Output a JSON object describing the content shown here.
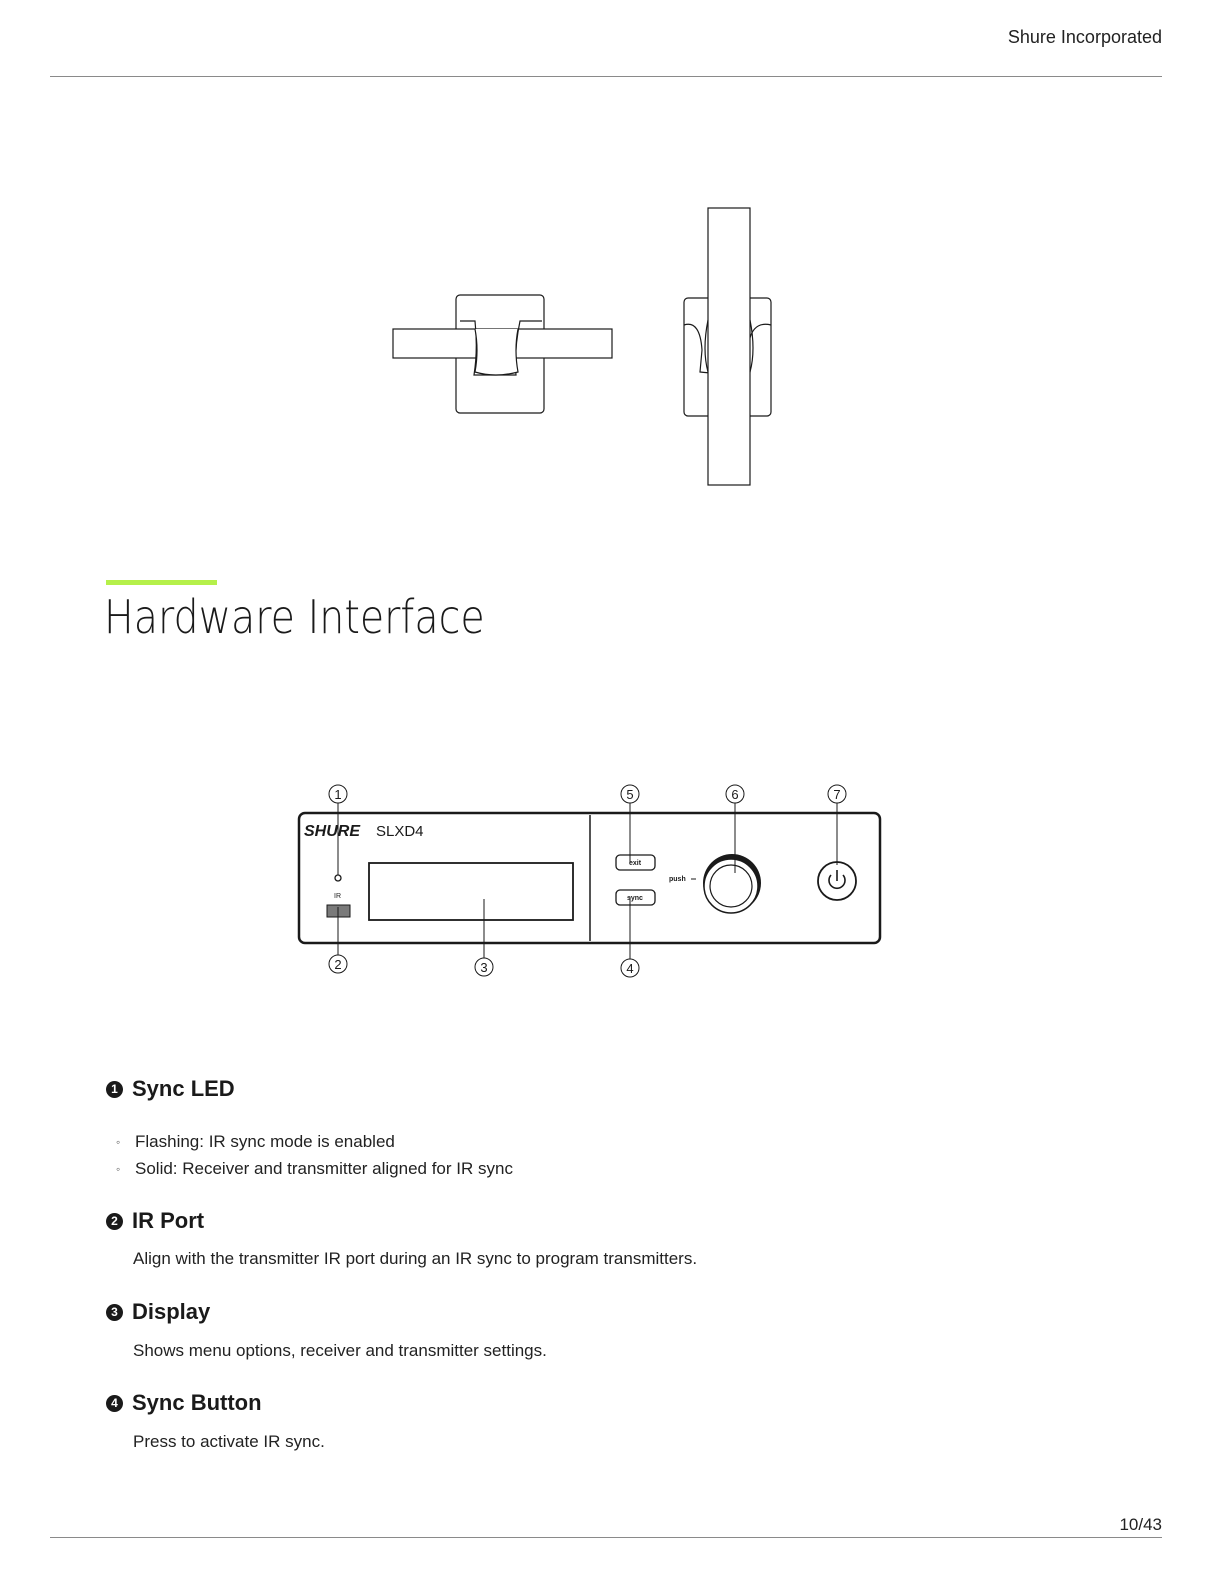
{
  "header": {
    "company": "Shure Incorporated"
  },
  "section": {
    "title": "Hardware Interface"
  },
  "device": {
    "brand": "SHURE",
    "model": "SLXD4",
    "ir_label": "IR",
    "exit_label": "exit",
    "sync_label": "sync",
    "push_label": "push",
    "callouts": [
      "1",
      "2",
      "3",
      "4",
      "5",
      "6",
      "7"
    ]
  },
  "items": [
    {
      "number": "1",
      "title": "Sync LED",
      "bullets": [
        "Flashing: IR sync mode is enabled",
        "Solid: Receiver and transmitter aligned for IR sync"
      ]
    },
    {
      "number": "2",
      "title": "IR Port",
      "body": "Align with the transmitter IR port during an IR sync to program transmitters."
    },
    {
      "number": "3",
      "title": "Display",
      "body": "Shows menu options, receiver and transmitter settings."
    },
    {
      "number": "4",
      "title": "Sync Button",
      "body": "Press to activate IR sync."
    }
  ],
  "footer": {
    "page": "10/43"
  }
}
